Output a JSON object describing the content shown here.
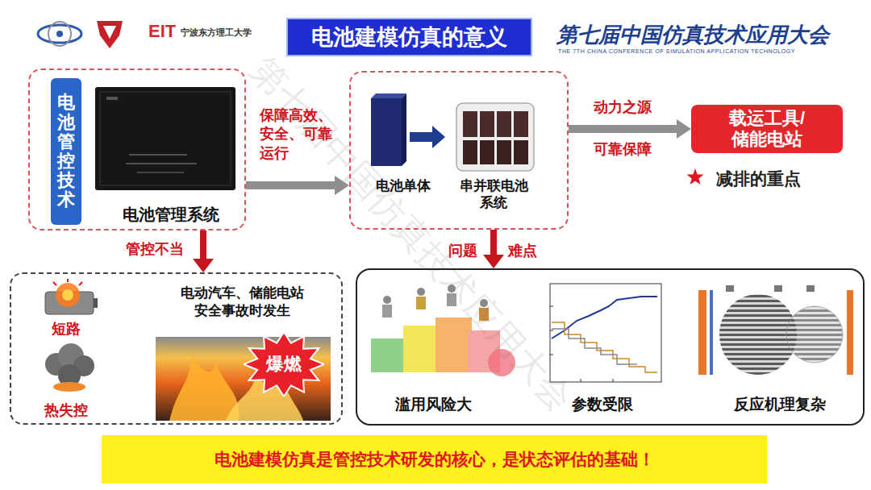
{
  "diagram": {
    "title": "电池建模仿真的意义",
    "nodes": [
      {
        "text": [
          "电池管理系统"
        ]
      },
      {
        "text": [
          "电池管控技术"
        ],
        "in": 0
      },
      {
        "text": [
          "电池单体",
          "串并联电池系统"
        ]
      },
      {
        "text": [
          "载运工具/储能电站"
        ]
      },
      {
        "text": [
          "短路",
          "热失控",
          "电动汽车、储能电站安全事故时发生"
        ]
      },
      {
        "text": [
          "爆燃"
        ],
        "in": 4
      },
      {
        "text": [
          "滥用风险大",
          "参数受限",
          "反应机理复杂"
        ]
      },
      {
        "text": [
          "电池建模仿真是管控技术研发的核心，是状态评估的基础！"
        ]
      }
    ],
    "edges": [
      {
        "from": 0,
        "to": 2,
        "arrow": "to",
        "label": "保障高效、安全、可靠运行"
      },
      {
        "from": 2,
        "to": 3,
        "arrow": "to",
        "label": "动力之源"
      },
      {
        "from": 0,
        "to": 4,
        "arrow": "to",
        "label": "管控不当"
      },
      {
        "from": 2,
        "to": 6,
        "arrow": "to",
        "label": "问题"
      }
    ],
    "labels": [
      "第七届中国仿真技术应用大会",
      "THE 7TH CHINA CONFERENCE OF SIMULATION APPLICATION TECHNOLOGY",
      "EIT",
      "宁波东方理工大学",
      "减排的重点",
      "可靠保障",
      "难点",
      "第七届中国仿真技术应用大会"
    ]
  }
}
